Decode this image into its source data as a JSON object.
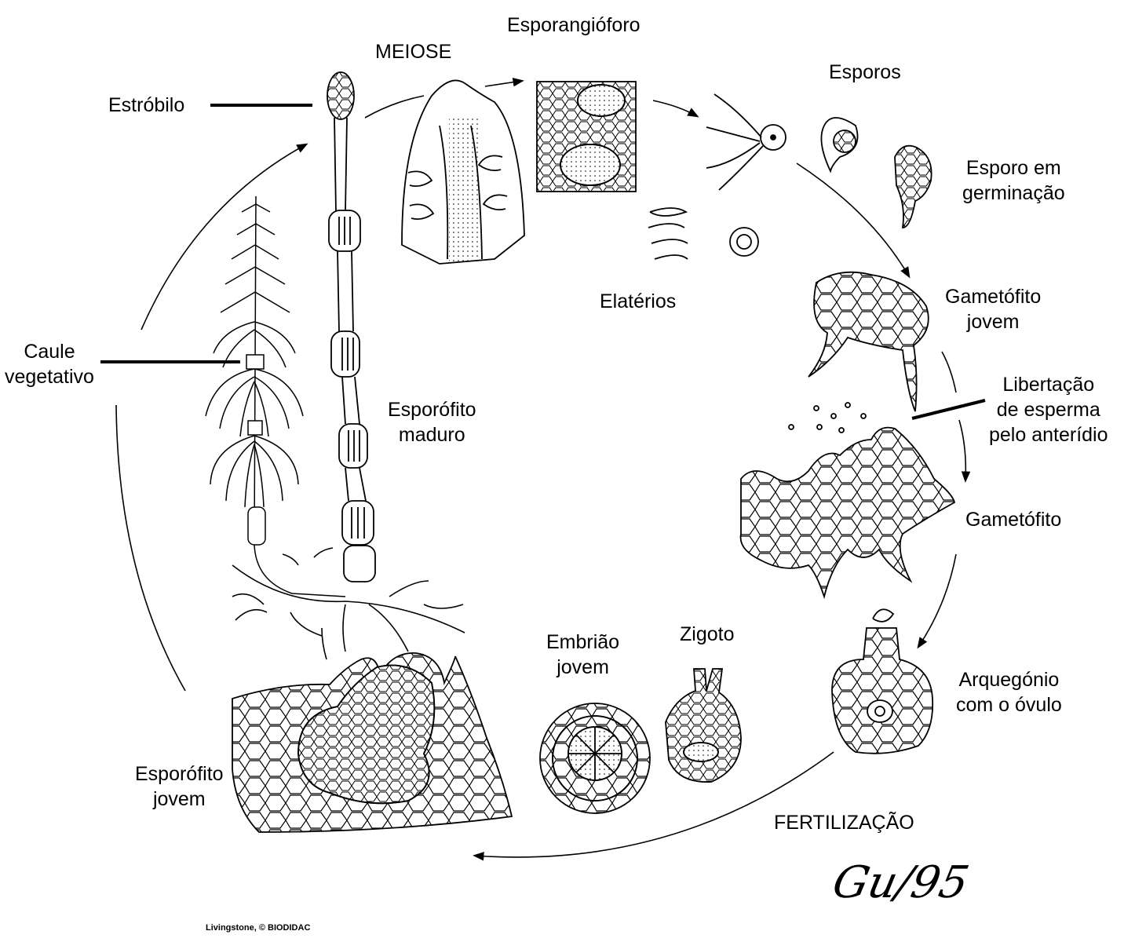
{
  "labels": {
    "esporangioforo": "Esporangióforo",
    "meiose": "MEIOSE",
    "esporos": "Esporos",
    "estrobilo": "Estróbilo",
    "esporo_germinacao": "Esporo em\ngerminação",
    "elaterios": "Elatérios",
    "gametofito_jovem": "Gametófito\njovem",
    "caule_vegetativo": "Caule\nvegetativo",
    "libertacao": "Libertação\nde esperma\npelo anterídio",
    "esporofito_maduro": "Esporófito\nmaduro",
    "gametofito": "Gametófito",
    "embriao_jovem": "Embrião\njovem",
    "zigoto": "Zigoto",
    "arquegonio": "Arquegónio\ncom o óvulo",
    "esporofito_jovem": "Esporófito\njovem",
    "fertilizacao": "FERTILIZAÇÃO"
  },
  "signature": "Gu/95",
  "credit": "Livingstone, © BIODIDAC",
  "colors": {
    "ink": "#000000",
    "paper": "#ffffff"
  }
}
